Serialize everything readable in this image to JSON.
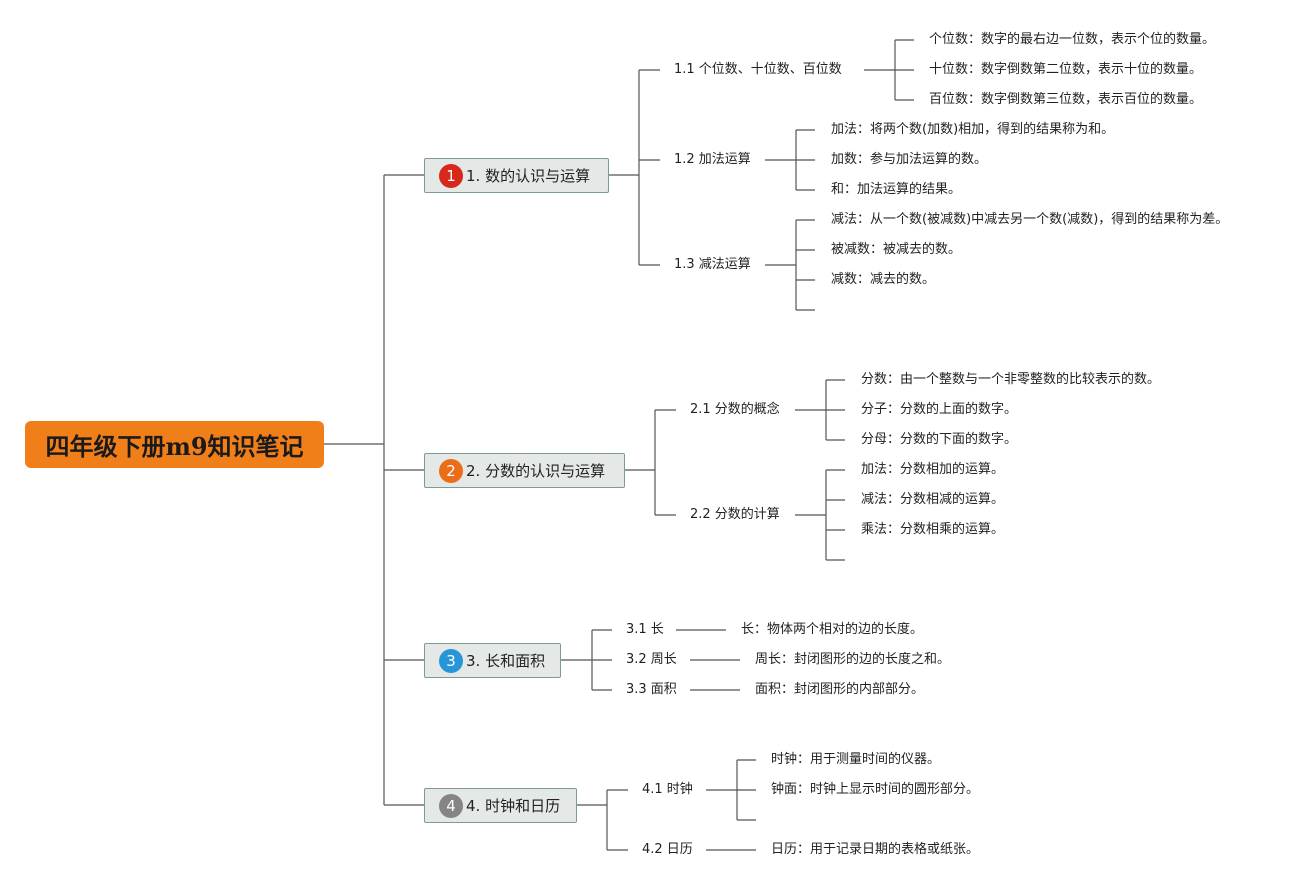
{
  "root": {
    "label": "四年级下册m9知识笔记",
    "color": "#f07f1a"
  },
  "branches": [
    {
      "number": "1",
      "badge_color": "#d7281b",
      "label": "1. 数的认识与运算",
      "subs": [
        {
          "label": "1.1 个位数、十位数、百位数",
          "leaves": [
            "个位数：数字的最右边一位数，表示个位的数量。",
            "十位数：数字倒数第二位数，表示十位的数量。",
            "百位数：数字倒数第三位数，表示百位的数量。"
          ]
        },
        {
          "label": "1.2 加法运算",
          "leaves": [
            "加法：将两个数(加数)相加，得到的结果称为和。",
            "加数：参与加法运算的数。",
            "和：加法运算的结果。"
          ]
        },
        {
          "label": "1.3 减法运算",
          "leaves": [
            "减法：从一个数(被减数)中减去另一个数(减数)，得到的结果称为差。",
            "被减数：被减去的数。",
            "减数：减去的数。"
          ]
        }
      ]
    },
    {
      "number": "2",
      "badge_color": "#ec6d17",
      "label": "2. 分数的认识与运算",
      "subs": [
        {
          "label": "2.1 分数的概念",
          "leaves": [
            "分数：由一个整数与一个非零整数的比较表示的数。",
            "分子：分数的上面的数字。",
            "分母：分数的下面的数字。"
          ]
        },
        {
          "label": "2.2 分数的计算",
          "leaves": [
            "加法：分数相加的运算。",
            "减法：分数相减的运算。",
            "乘法：分数相乘的运算。"
          ]
        }
      ]
    },
    {
      "number": "3",
      "badge_color": "#2796d8",
      "label": "3. 长和面积",
      "subs": [
        {
          "label": "3.1 长",
          "leaves": [
            "长：物体两个相对的边的长度。"
          ]
        },
        {
          "label": "3.2 周长",
          "leaves": [
            "周长：封闭图形的边的长度之和。"
          ]
        },
        {
          "label": "3.3 面积",
          "leaves": [
            "面积：封闭图形的内部部分。"
          ]
        }
      ]
    },
    {
      "number": "4",
      "badge_color": "#858585",
      "label": "4. 时钟和日历",
      "subs": [
        {
          "label": "4.1 时钟",
          "leaves": [
            "时钟：用于测量时间的仪器。",
            "钟面：时钟上显示时间的圆形部分。"
          ]
        },
        {
          "label": "4.2 日历",
          "leaves": [
            "日历：用于记录日期的表格或纸张。"
          ]
        }
      ]
    }
  ],
  "colors": {
    "line": "#555555",
    "topic_bg": "#e4e8e6",
    "topic_border": "#7f9a93"
  }
}
